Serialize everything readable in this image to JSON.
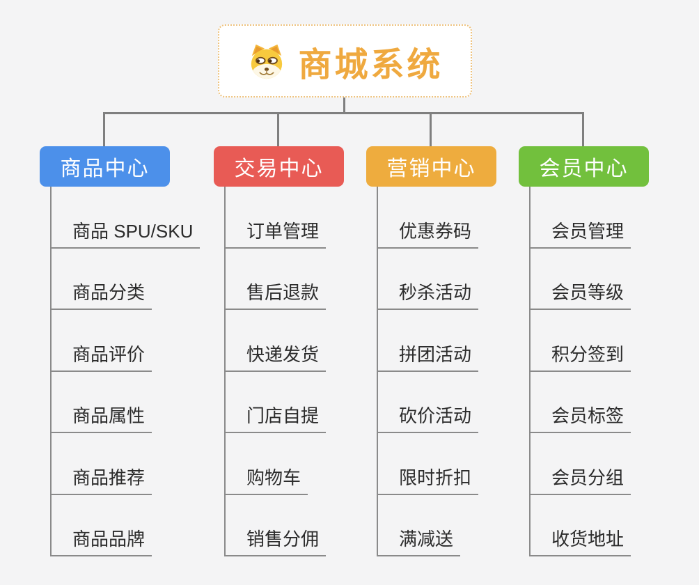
{
  "canvas": {
    "background": "#f4f4f5"
  },
  "lines": {
    "connector_color": "#7f7f7f",
    "underline_color": "#8a8a8a"
  },
  "text_color": "#2b2b2b",
  "root": {
    "title": "商城系统",
    "icon": "doge-icon",
    "title_color": "#efa93f",
    "border_color": "#eec27d"
  },
  "branches": [
    {
      "label": "商品中心",
      "color": "#4c90ea",
      "children": [
        "商品 SPU/SKU",
        "商品分类",
        "商品评价",
        "商品属性",
        "商品推荐",
        "商品品牌"
      ]
    },
    {
      "label": "交易中心",
      "color": "#e85b55",
      "children": [
        "订单管理",
        "售后退款",
        "快递发货",
        "门店自提",
        "购物车",
        "销售分佣"
      ]
    },
    {
      "label": "营销中心",
      "color": "#eeac3e",
      "children": [
        "优惠券码",
        "秒杀活动",
        "拼团活动",
        "砍价活动",
        "限时折扣",
        "满减送"
      ]
    },
    {
      "label": "会员中心",
      "color": "#72c03d",
      "children": [
        "会员管理",
        "会员等级",
        "积分签到",
        "会员标签",
        "会员分组",
        "收货地址"
      ]
    }
  ]
}
